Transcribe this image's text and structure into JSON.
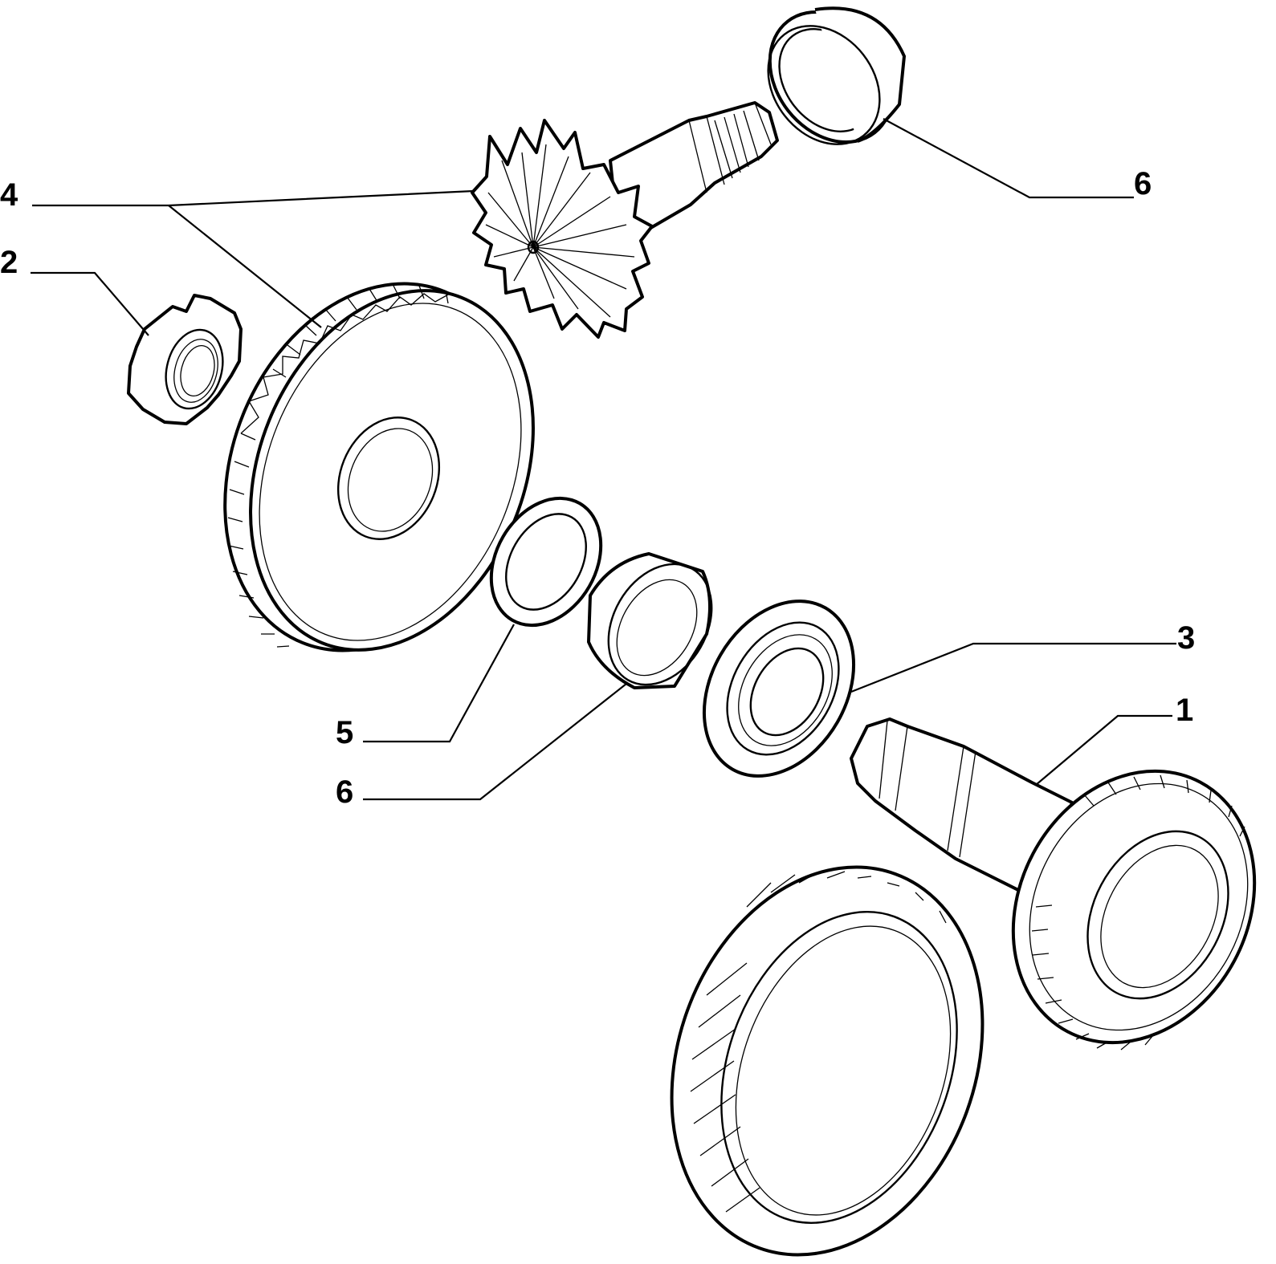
{
  "callouts": [
    {
      "id": "c1",
      "label": "1"
    },
    {
      "id": "c2",
      "label": "2"
    },
    {
      "id": "c3",
      "label": "3"
    },
    {
      "id": "c4",
      "label": "4"
    },
    {
      "id": "c5",
      "label": "5"
    },
    {
      "id": "c6a",
      "label": "6"
    },
    {
      "id": "c6b",
      "label": "6"
    }
  ],
  "colors": {
    "line": "#000000",
    "background": "#ffffff"
  }
}
